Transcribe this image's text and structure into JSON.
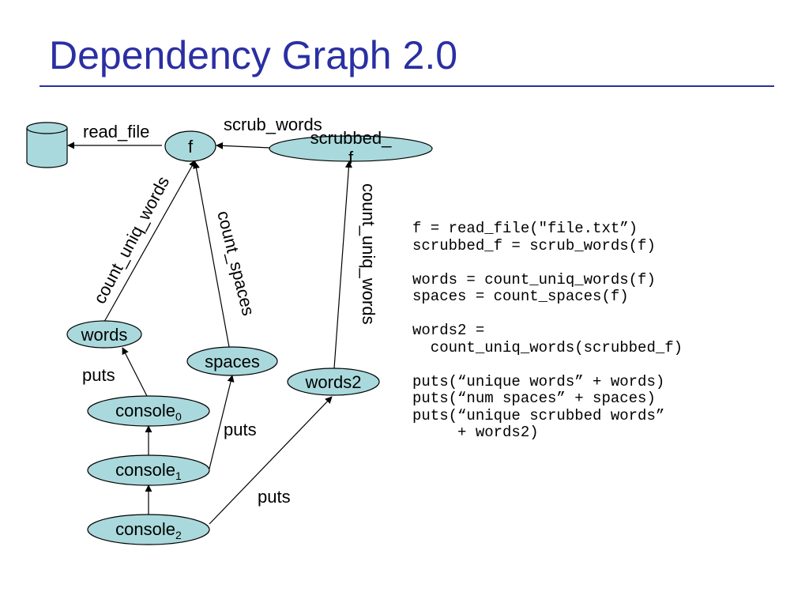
{
  "slide": {
    "title": "Dependency Graph 2.0"
  },
  "colors": {
    "title": "#2a2fa3",
    "node_fill": "#a9d9dc",
    "node_stroke": "#000000"
  },
  "graph": {
    "nodes": {
      "f": "f",
      "scrubbed_f_line1": "scrubbed_",
      "scrubbed_f_line2": "f",
      "words": "words",
      "spaces": "spaces",
      "words2": "words2",
      "console0_base": "console",
      "console0_sub": "0",
      "console1_base": "console",
      "console1_sub": "1",
      "console2_base": "console",
      "console2_sub": "2"
    },
    "edge_labels": {
      "read_file": "read_file",
      "scrub_words": "scrub_words",
      "count_uniq_words_f": "count_uniq_words",
      "count_spaces": "count_spaces",
      "count_uniq_words_scrubbed": "count_uniq_words",
      "puts_words": "puts",
      "puts_spaces": "puts",
      "puts_words2": "puts"
    }
  },
  "code": {
    "lines": [
      "f = read_file(\"file.txt”)",
      "scrubbed_f = scrub_words(f)",
      "",
      "words = count_uniq_words(f)",
      "spaces = count_spaces(f)",
      "",
      "words2 =",
      "  count_uniq_words(scrubbed_f)",
      "",
      "puts(“unique words” + words)",
      "puts(“num spaces” + spaces)",
      "puts(“unique scrubbed words”",
      "     + words2)"
    ]
  }
}
